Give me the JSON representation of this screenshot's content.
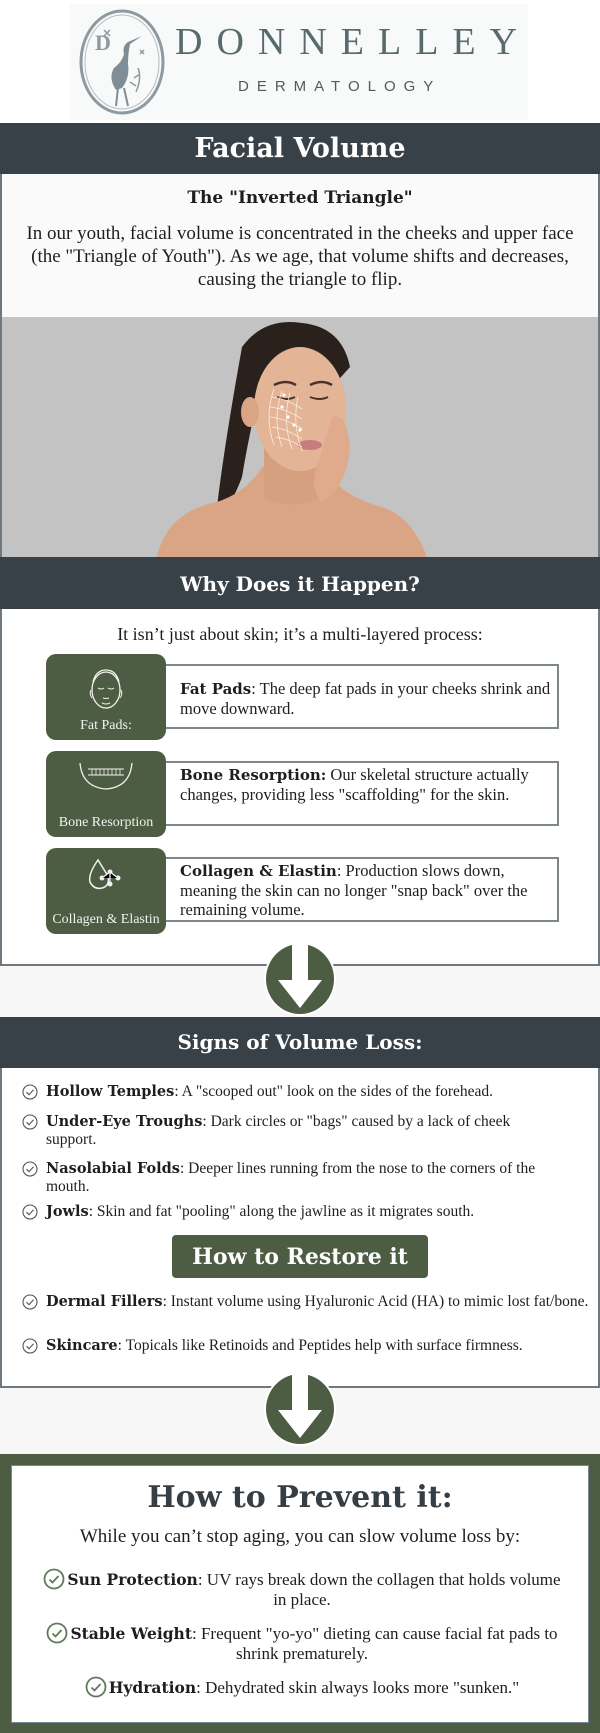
{
  "logo": {
    "name": "DONNELLEY",
    "subtitle": "DERMATOLOGY",
    "monogram": "D"
  },
  "colors": {
    "header_bar": "#394148",
    "accent_green": "#4d5d44",
    "border_gray": "#6e787e",
    "page_bg": "#f7f7f7",
    "photo_bg": "#c3c3c3"
  },
  "intro": {
    "title": "Facial Volume",
    "subtitle": "The \"Inverted Triangle\"",
    "body": "In our youth, facial volume is concentrated in the cheeks and upper face (the \"Triangle of Youth\"). As we age, that volume shifts and decreases, causing the triangle to flip."
  },
  "photo": {
    "alt": "Woman with closed eyes touching her face, with a white grid overlay on her cheek"
  },
  "why": {
    "title": "Why Does it Happen?",
    "intro": "It isn’t just about skin; it’s a multi-layered process:",
    "cards": [
      {
        "icon": "face-icon",
        "tile_label": "Fat Pads:",
        "term": "Fat Pads",
        "text": ": The deep fat pads in your cheeks shrink and move downward."
      },
      {
        "icon": "jawbone-icon",
        "tile_label": "Bone Resorption",
        "term": "Bone Resorption:",
        "text": " Our skeletal structure actually changes, providing less \"scaffolding\" for the skin."
      },
      {
        "icon": "molecule-drop-icon",
        "tile_label": "Collagen & Elastin",
        "term": "Collagen & Elastin",
        "text": ": Production slows down, meaning the skin can no longer \"snap back\" over the remaining volume."
      }
    ]
  },
  "signs": {
    "title": "Signs of Volume Loss:",
    "items": [
      {
        "term": "Hollow Temples",
        "text": ": A \"scooped out\" look on the sides of the forehead."
      },
      {
        "term": "Under-Eye Troughs",
        "text": ": Dark circles or \"bags\" caused by a lack of cheek support."
      },
      {
        "term": "Nasolabial Folds",
        "text": ": Deeper lines running from the nose to the corners of the mouth."
      },
      {
        "term": "Jowls",
        "text": ": Skin and fat \"pooling\" along the jawline as it migrates south."
      }
    ]
  },
  "restore": {
    "title": "How to Restore it",
    "items": [
      {
        "term": "Dermal Fillers",
        "text": ": Instant volume using Hyaluronic Acid (HA) to mimic lost fat/bone."
      },
      {
        "term": "Skincare",
        "text": ": Topicals like Retinoids and Peptides help with surface firmness."
      }
    ]
  },
  "prevent": {
    "title": "How to Prevent it:",
    "subtitle": "While you can’t stop aging, you can slow volume loss by:",
    "items": [
      {
        "term": "Sun Protection",
        "text": ": UV rays break down the collagen that holds volume in place."
      },
      {
        "term": "Stable Weight",
        "text": ": Frequent \"yo-yo\" dieting can cause facial fat pads to shrink prematurely."
      },
      {
        "term": "Hydration",
        "text": ": Dehydrated skin always looks more \"sunken.\""
      }
    ]
  }
}
